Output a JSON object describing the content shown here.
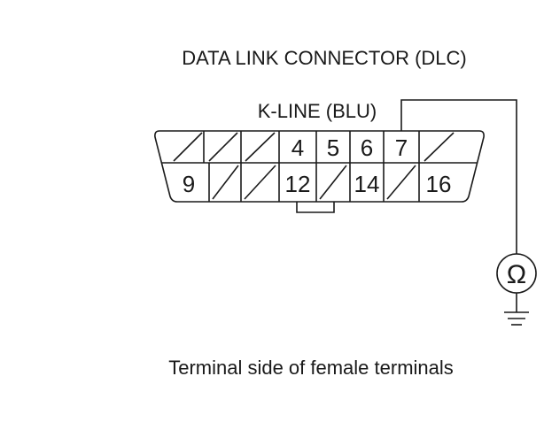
{
  "diagram": {
    "title": "DATA LINK CONNECTOR (DLC)",
    "wire_label": "K-LINE (BLU)",
    "caption": "Terminal side of female terminals",
    "meter_symbol": "Ω",
    "pins_top": {
      "pin_4": "4",
      "pin_5": "5",
      "pin_6": "6",
      "pin_7": "7"
    },
    "pins_bottom": {
      "pin_9": "9",
      "pin_12": "12",
      "pin_14": "14",
      "pin_16": "16"
    }
  }
}
